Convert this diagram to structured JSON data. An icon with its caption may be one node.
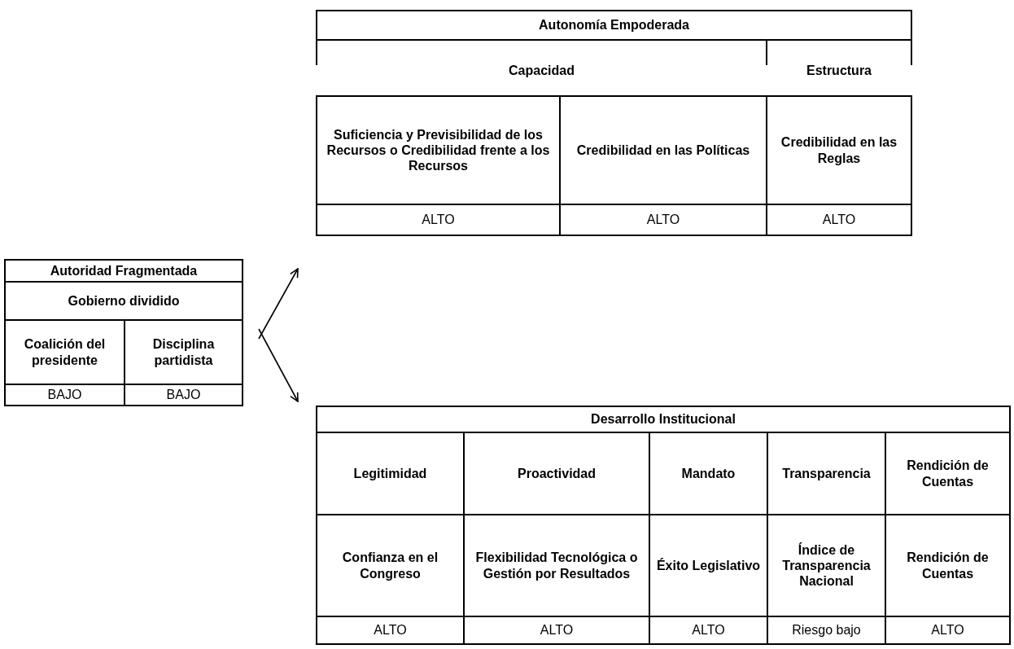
{
  "diagram": {
    "nodes": [
      {
        "text": [
          "Autoridad Fragmentada",
          "Gobierno dividido",
          "Coalición del presidente",
          "Disciplina partidista",
          "BAJO",
          "BAJO"
        ]
      },
      {
        "text": [
          "Autonomía Empoderada",
          "Capacidad",
          "Estructura",
          "Suficiencia y Previsibilidad de los Recursos o Credibilidad frente a los Recursos",
          "Credibilidad en las Políticas",
          "Credibilidad en las Reglas",
          "ALTO",
          "ALTO",
          "ALTO"
        ]
      },
      {
        "text": [
          "Desarrollo Institucional",
          "Legitimidad",
          "Proactividad",
          "Mandato",
          "Transparencia",
          "Rendición de Cuentas",
          "Confianza en el Congreso",
          "Flexibilidad Tecnológica o Gestión por Resultados",
          "Éxito Legislativo",
          "Índice de Transparencia Nacional",
          "Rendición de Cuentas",
          "ALTO",
          "ALTO",
          "ALTO",
          "Riesgo bajo",
          "ALTO"
        ]
      }
    ],
    "edges": [
      {
        "from": 0,
        "to": 1,
        "arrow": "to"
      },
      {
        "from": 0,
        "to": 2,
        "arrow": "to"
      }
    ]
  }
}
